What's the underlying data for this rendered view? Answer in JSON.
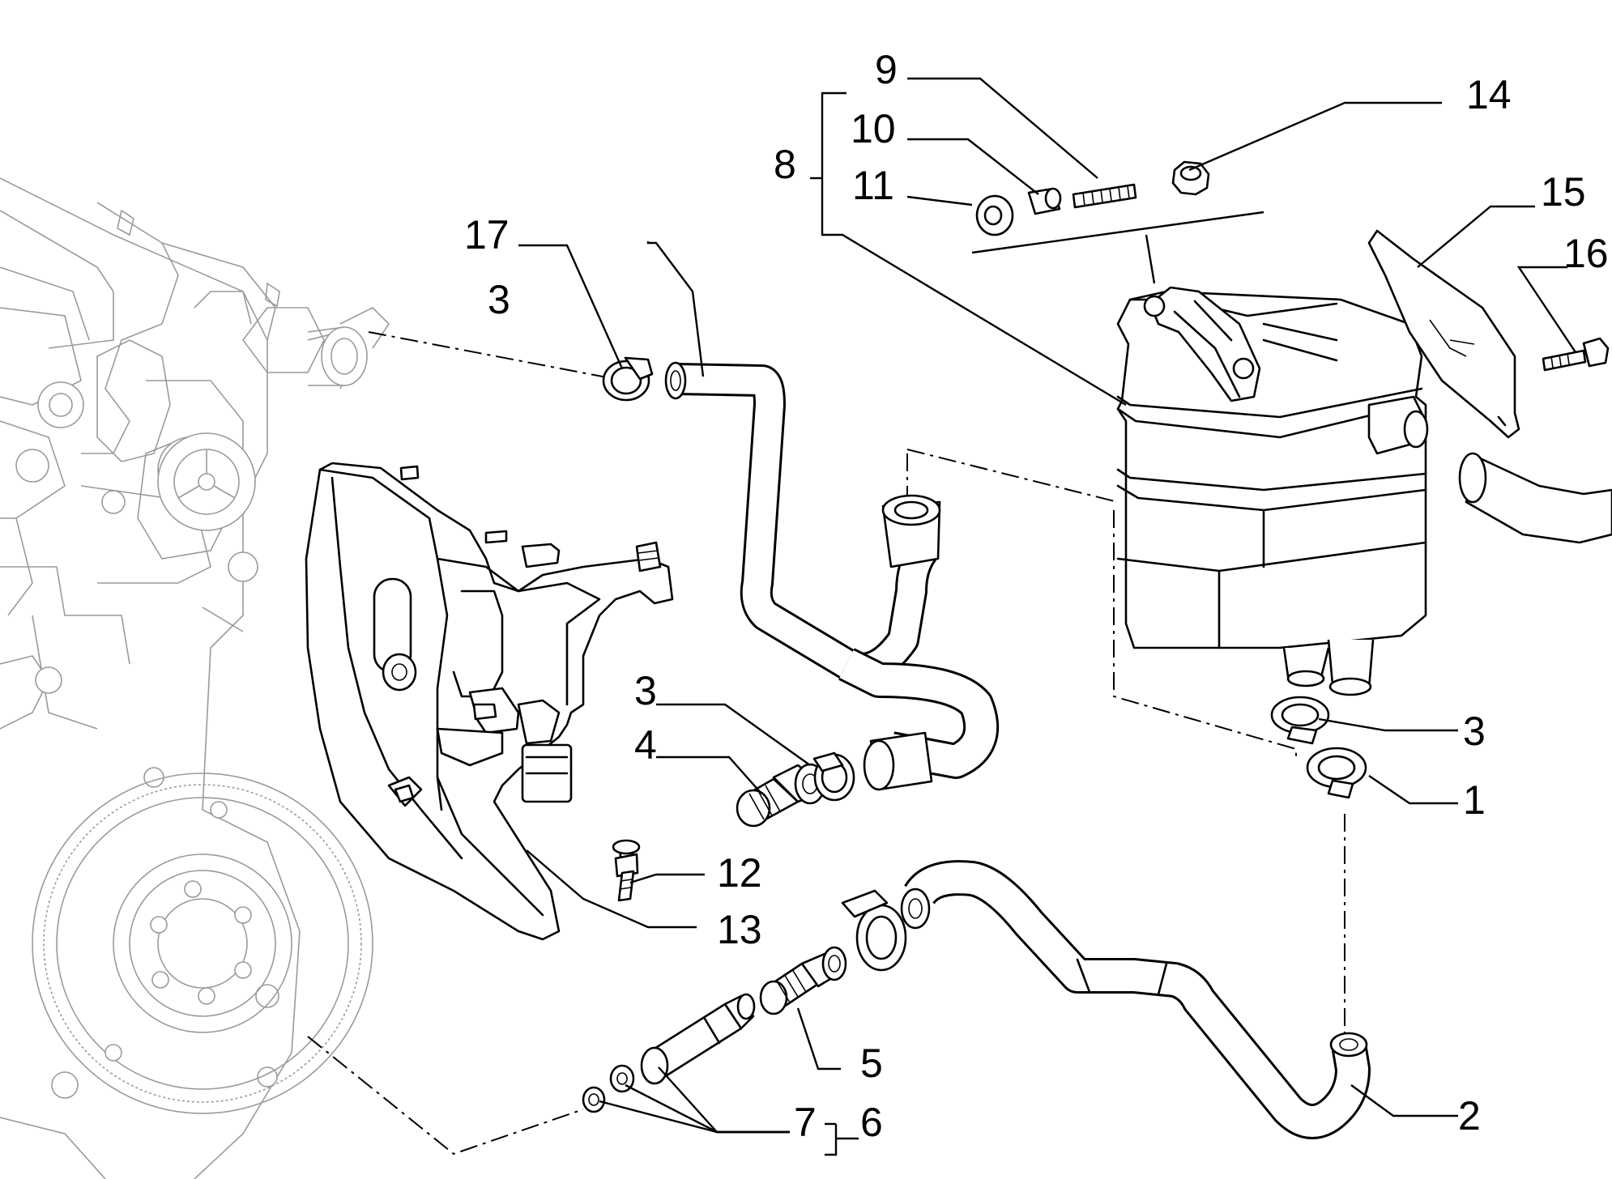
{
  "callouts": [
    {
      "id": "c9",
      "text": "9"
    },
    {
      "id": "c14",
      "text": "14"
    },
    {
      "id": "c10",
      "text": "10"
    },
    {
      "id": "c8",
      "text": "8"
    },
    {
      "id": "c11",
      "text": "11"
    },
    {
      "id": "c15",
      "text": "15"
    },
    {
      "id": "c17",
      "text": "17"
    },
    {
      "id": "c16",
      "text": "16"
    },
    {
      "id": "c3a",
      "text": "3"
    },
    {
      "id": "c3b",
      "text": "3"
    },
    {
      "id": "c4",
      "text": "4"
    },
    {
      "id": "c3c",
      "text": "3"
    },
    {
      "id": "c1",
      "text": "1"
    },
    {
      "id": "c12",
      "text": "12"
    },
    {
      "id": "c13",
      "text": "13"
    },
    {
      "id": "c5",
      "text": "5"
    },
    {
      "id": "c2",
      "text": "2"
    },
    {
      "id": "c7",
      "text": "7"
    },
    {
      "id": "c6",
      "text": "6"
    }
  ]
}
